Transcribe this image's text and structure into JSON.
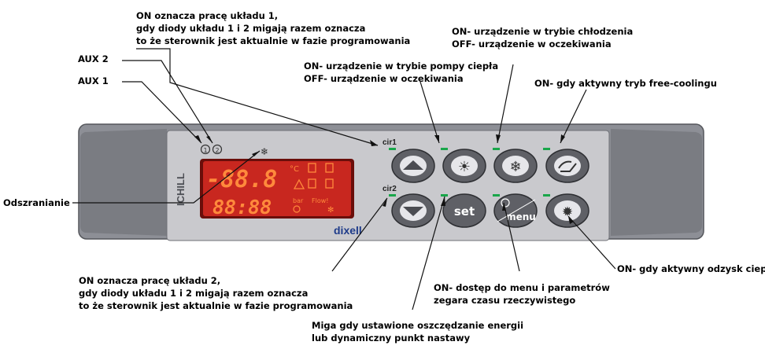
{
  "annotations": {
    "circuit1_note": [
      "ON oznacza pracę układu 1,",
      "gdy diody układu 1 i 2 migają razem oznacza",
      "to że sterownik jest aktualnie w fazie programowania"
    ],
    "aux2": "AUX 2",
    "aux1": "AUX 1",
    "heat_pump_note": [
      "ON- urządzenie w trybie pompy ciepła",
      "OFF- urządzenie w oczekiwania"
    ],
    "cooling_note": [
      "ON- urządzenie w trybie chłodzenia",
      "OFF- urządzenie w oczekiwania"
    ],
    "free_cooling_note": "ON- gdy aktywny tryb free-coolingu",
    "defrost_note": "Odszranianie",
    "circuit2_note": [
      "ON oznacza pracę układu 2,",
      "gdy diody układu 1 i 2 migają razem oznacza",
      "to że sterownik jest aktualnie w fazie programowania"
    ],
    "menu_note": [
      "ON- dostęp do menu i parametrów",
      "zegara czasu rzeczywistego"
    ],
    "energy_saving_note": [
      "Miga gdy ustawione oszczędzanie energii",
      "lub dynamiczny punkt nastawy"
    ],
    "heat_recovery_note": "ON- gdy aktywny odzysk ciepła"
  },
  "device": {
    "side_label": "ICHILL",
    "brand": "dixell",
    "display": {
      "top_readout": "-88.8",
      "bottom_readout": "88:88",
      "unit_celsius": "°C",
      "bar_label": "bar",
      "flow_label": "Flow!"
    },
    "leds": {
      "cir1": "cir1",
      "cir2": "cir2"
    },
    "buttons": {
      "up": "up-arrow",
      "heat": "sun-icon",
      "cool": "snowflake-icon",
      "free_cooling": "free-cooling-icon",
      "down": "down-arrow",
      "set": "set",
      "menu": "menu",
      "recovery": "recovery-icon"
    }
  },
  "colors": {
    "panel": "#c9c9cd",
    "frame": "#8d8f96",
    "display_bg": "#c8271f",
    "display_segment": "#ff8a3c",
    "button": "#5f6066",
    "led": "#19a64a",
    "brand": "#1f3c8a"
  }
}
